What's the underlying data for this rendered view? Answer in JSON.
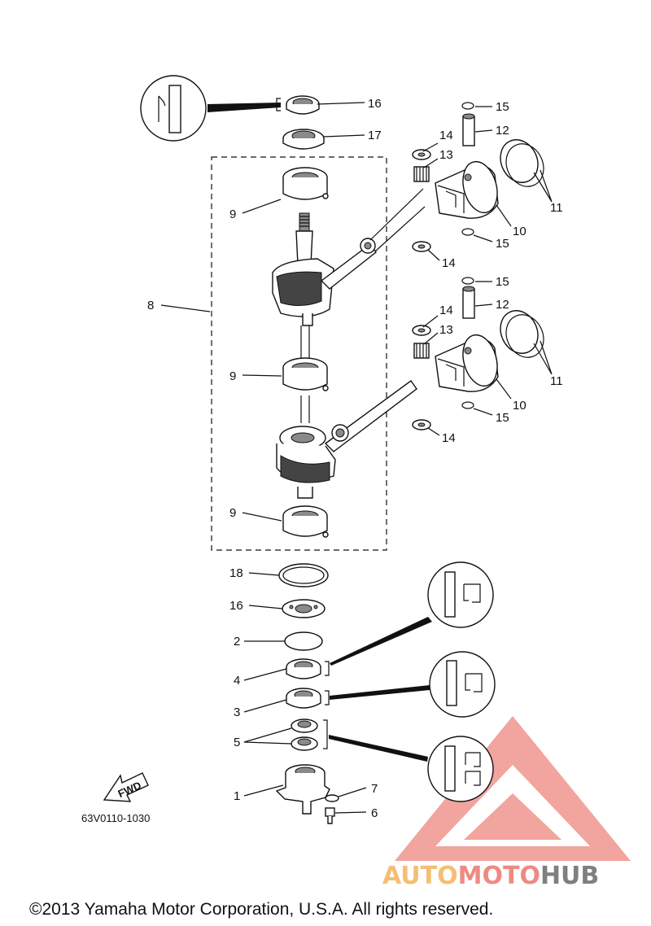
{
  "labels": {
    "p1": "1",
    "p2": "2",
    "p3": "3",
    "p4": "4",
    "p5": "5",
    "p6": "6",
    "p7": "7",
    "p8": "8",
    "p9a": "9",
    "p9b": "9",
    "p9c": "9",
    "p10a": "10",
    "p10b": "10",
    "p11a": "11",
    "p11b": "11",
    "p12a": "12",
    "p12b": "12",
    "p13a": "13",
    "p13b": "13",
    "p14a": "14",
    "p14b": "14",
    "p14c": "14",
    "p14d": "14",
    "p15a": "15",
    "p15b": "15",
    "p15c": "15",
    "p15d": "15",
    "p16a": "16",
    "p16b": "16",
    "p17": "17",
    "p18": "18"
  },
  "fwd_label": "FWD",
  "diagram_code": "63V0110-1030",
  "copyright": "©2013 Yamaha Motor Corporation, U.S.A. All rights reserved.",
  "watermark": {
    "part1": "AUTO",
    "part2": "MOTO",
    "part3": "HUB"
  },
  "colors": {
    "watermark_red": "#e85a4f",
    "watermark_orange": "#f2a33a",
    "watermark_gray": "#4a4a4a"
  }
}
